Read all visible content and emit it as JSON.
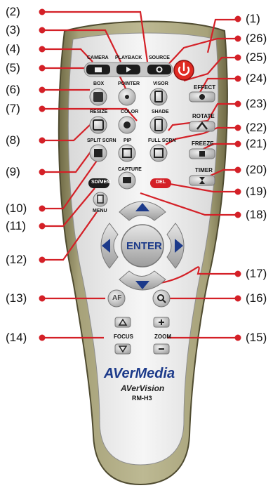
{
  "callouts": [
    "(1)",
    "(2)",
    "(3)",
    "(4)",
    "(5)",
    "(6)",
    "(7)",
    "(8)",
    "(9)",
    "(10)",
    "(11)",
    "(12)",
    "(13)",
    "(14)",
    "(15)",
    "(16)",
    "(17)",
    "(18)",
    "(19)",
    "(20)",
    "(21)",
    "(22)",
    "(23)",
    "(24)",
    "(25)",
    "(26)"
  ],
  "buttons": {
    "camera": "CAMERA",
    "playback": "PLAYBACK",
    "source": "SOURCE",
    "box": "BOX",
    "pointer": "POINTER",
    "visor": "VISOR",
    "effect": "EFFECT",
    "resize": "RESIZE",
    "color": "COLOR",
    "shade": "SHADE",
    "rotate": "ROTATE",
    "split": "SPLIT SCRN",
    "pip": "PIP",
    "fullscrn": "FULL SCRN",
    "freeze": "FREEZE",
    "capture": "CAPTURE",
    "timer": "TIMER",
    "sdmem": "SD/MEM",
    "del": "DEL",
    "menu": "MENU",
    "enter": "ENTER",
    "af": "AF",
    "focus": "FOCUS",
    "zoom": "ZOOM"
  },
  "brand": {
    "name": "AVerMedia",
    "product": "AVerVision",
    "model": "RM-H3"
  },
  "colors": {
    "callout_red": "#d42027",
    "shell_outer": "#8a8355",
    "shell_inner": "#b9b58f",
    "face": "#ececec",
    "button_dark": "#1c1c1c",
    "power_red": "#e02a22",
    "brand_blue": "#1c3a8a"
  }
}
